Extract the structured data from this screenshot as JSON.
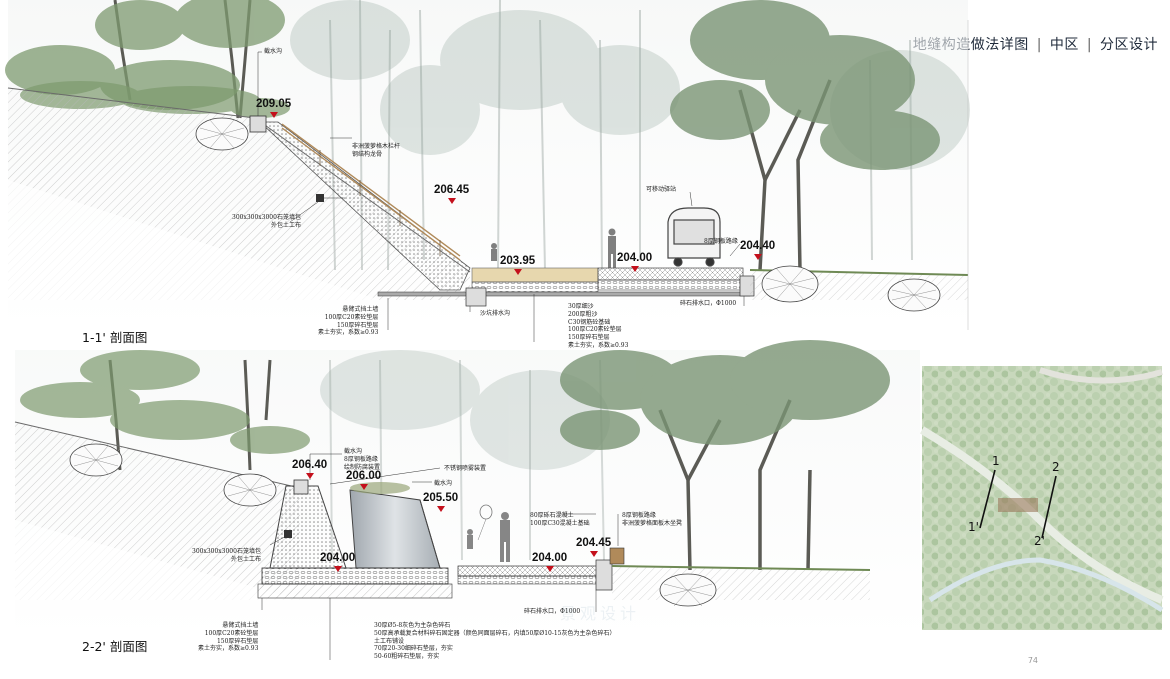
{
  "header": {
    "title_parts": [
      "地缝构造做法详图",
      "|",
      "中区",
      "|",
      "分区设计"
    ]
  },
  "section1": {
    "label": "1-1' 剖面图",
    "elevations": [
      "209.05",
      "206.45",
      "203.95",
      "204.00",
      "204.40"
    ],
    "notes": {
      "top_drain": "截水沟",
      "rail": [
        "非洲菠萝格木栏杆",
        "钢结构龙骨"
      ],
      "rockbox": [
        "300x300x3000石笼填包",
        "外包土工布"
      ],
      "vehicle": "可移动驿站",
      "steel_edge": "8厚钢板路缘",
      "base_left": [
        "悬臂式挡土墙",
        "100厚C20素砼垫层",
        "150厚碎石垫层",
        "素土夯实，系数≥0.93"
      ],
      "base_mid": [
        "30厚细沙",
        "200厚粗沙",
        "C30钢筋砼基础",
        "100厚C20素砼垫层",
        "150厚碎石垫层",
        "素土夯实，系数≥0.93"
      ],
      "sand_drain": "沙坑排水沟",
      "gravel_outlet": "碎石排水口，Φ1000"
    }
  },
  "section2": {
    "label": "2-2' 剖面图",
    "elevations": [
      "206.40",
      "206.00",
      "205.50",
      "204.00",
      "204.00",
      "204.45"
    ],
    "notes": {
      "top_left": [
        "截水沟",
        "8厚钢板路缘",
        "绘制防腐装置"
      ],
      "steel_pipe": "不锈钢喷雾装置",
      "cut_drain": "截水沟",
      "rockbox": [
        "300x300x3000石笼填包",
        "外包土工布"
      ],
      "concrete": [
        "80厚砾石混凝土",
        "100厚C30混凝土基础"
      ],
      "steel_right": [
        "8厚钢板路缘",
        "非洲菠萝格面板木坐凳"
      ],
      "base_left": [
        "悬臂式挡土墙",
        "100厚C20素砼垫层",
        "150厚碎石垫层",
        "素土夯实，系数≥0.93"
      ],
      "base_mid": [
        "30厚Ø5-8灰色为主杂色碎石",
        "50厚高承载复合材料碎石固定器（颜色同面层碎石，内填50厚Ø10-15灰色为主杂色碎石）",
        "土工布铺设",
        "70厚20-30细碎石垫层，夯实",
        "50-60粗碎石垫层，夯实"
      ],
      "gravel_outlet": "碎石排水口，Φ1000"
    },
    "watermark": "景观设计"
  },
  "keymap": {
    "markers": [
      "1",
      "2",
      "1'",
      "2'"
    ]
  },
  "page_number": "74"
}
